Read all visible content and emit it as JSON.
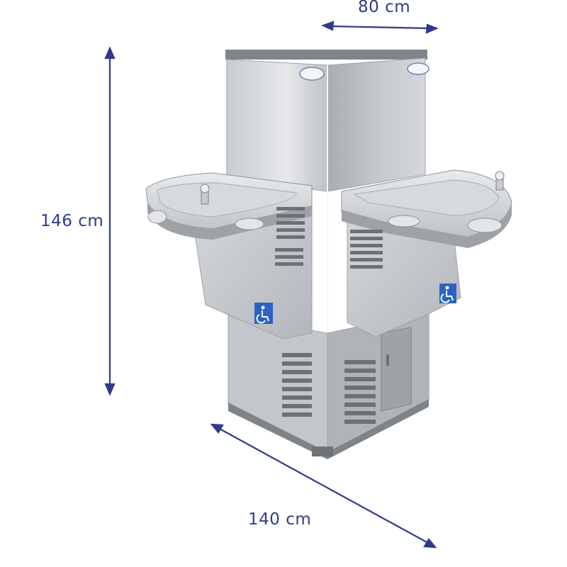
{
  "dimensions": {
    "width": {
      "value": 80,
      "unit": "cm",
      "label": "80 cm"
    },
    "height": {
      "value": 146,
      "unit": "cm",
      "label": "146 cm"
    },
    "depth": {
      "value": 140,
      "unit": "cm",
      "label": "140 cm"
    }
  },
  "colors": {
    "dimension_line": "#2f3a8c",
    "steel_light": "#d8dadd",
    "steel_mid": "#b9bcc1",
    "steel_dark": "#8e9298",
    "accessibility_sign": "#2a63c4"
  },
  "icons": [
    "wheelchair-accessibility-icon",
    "brand-logo-badge",
    "drinking-bubbler-icon"
  ]
}
